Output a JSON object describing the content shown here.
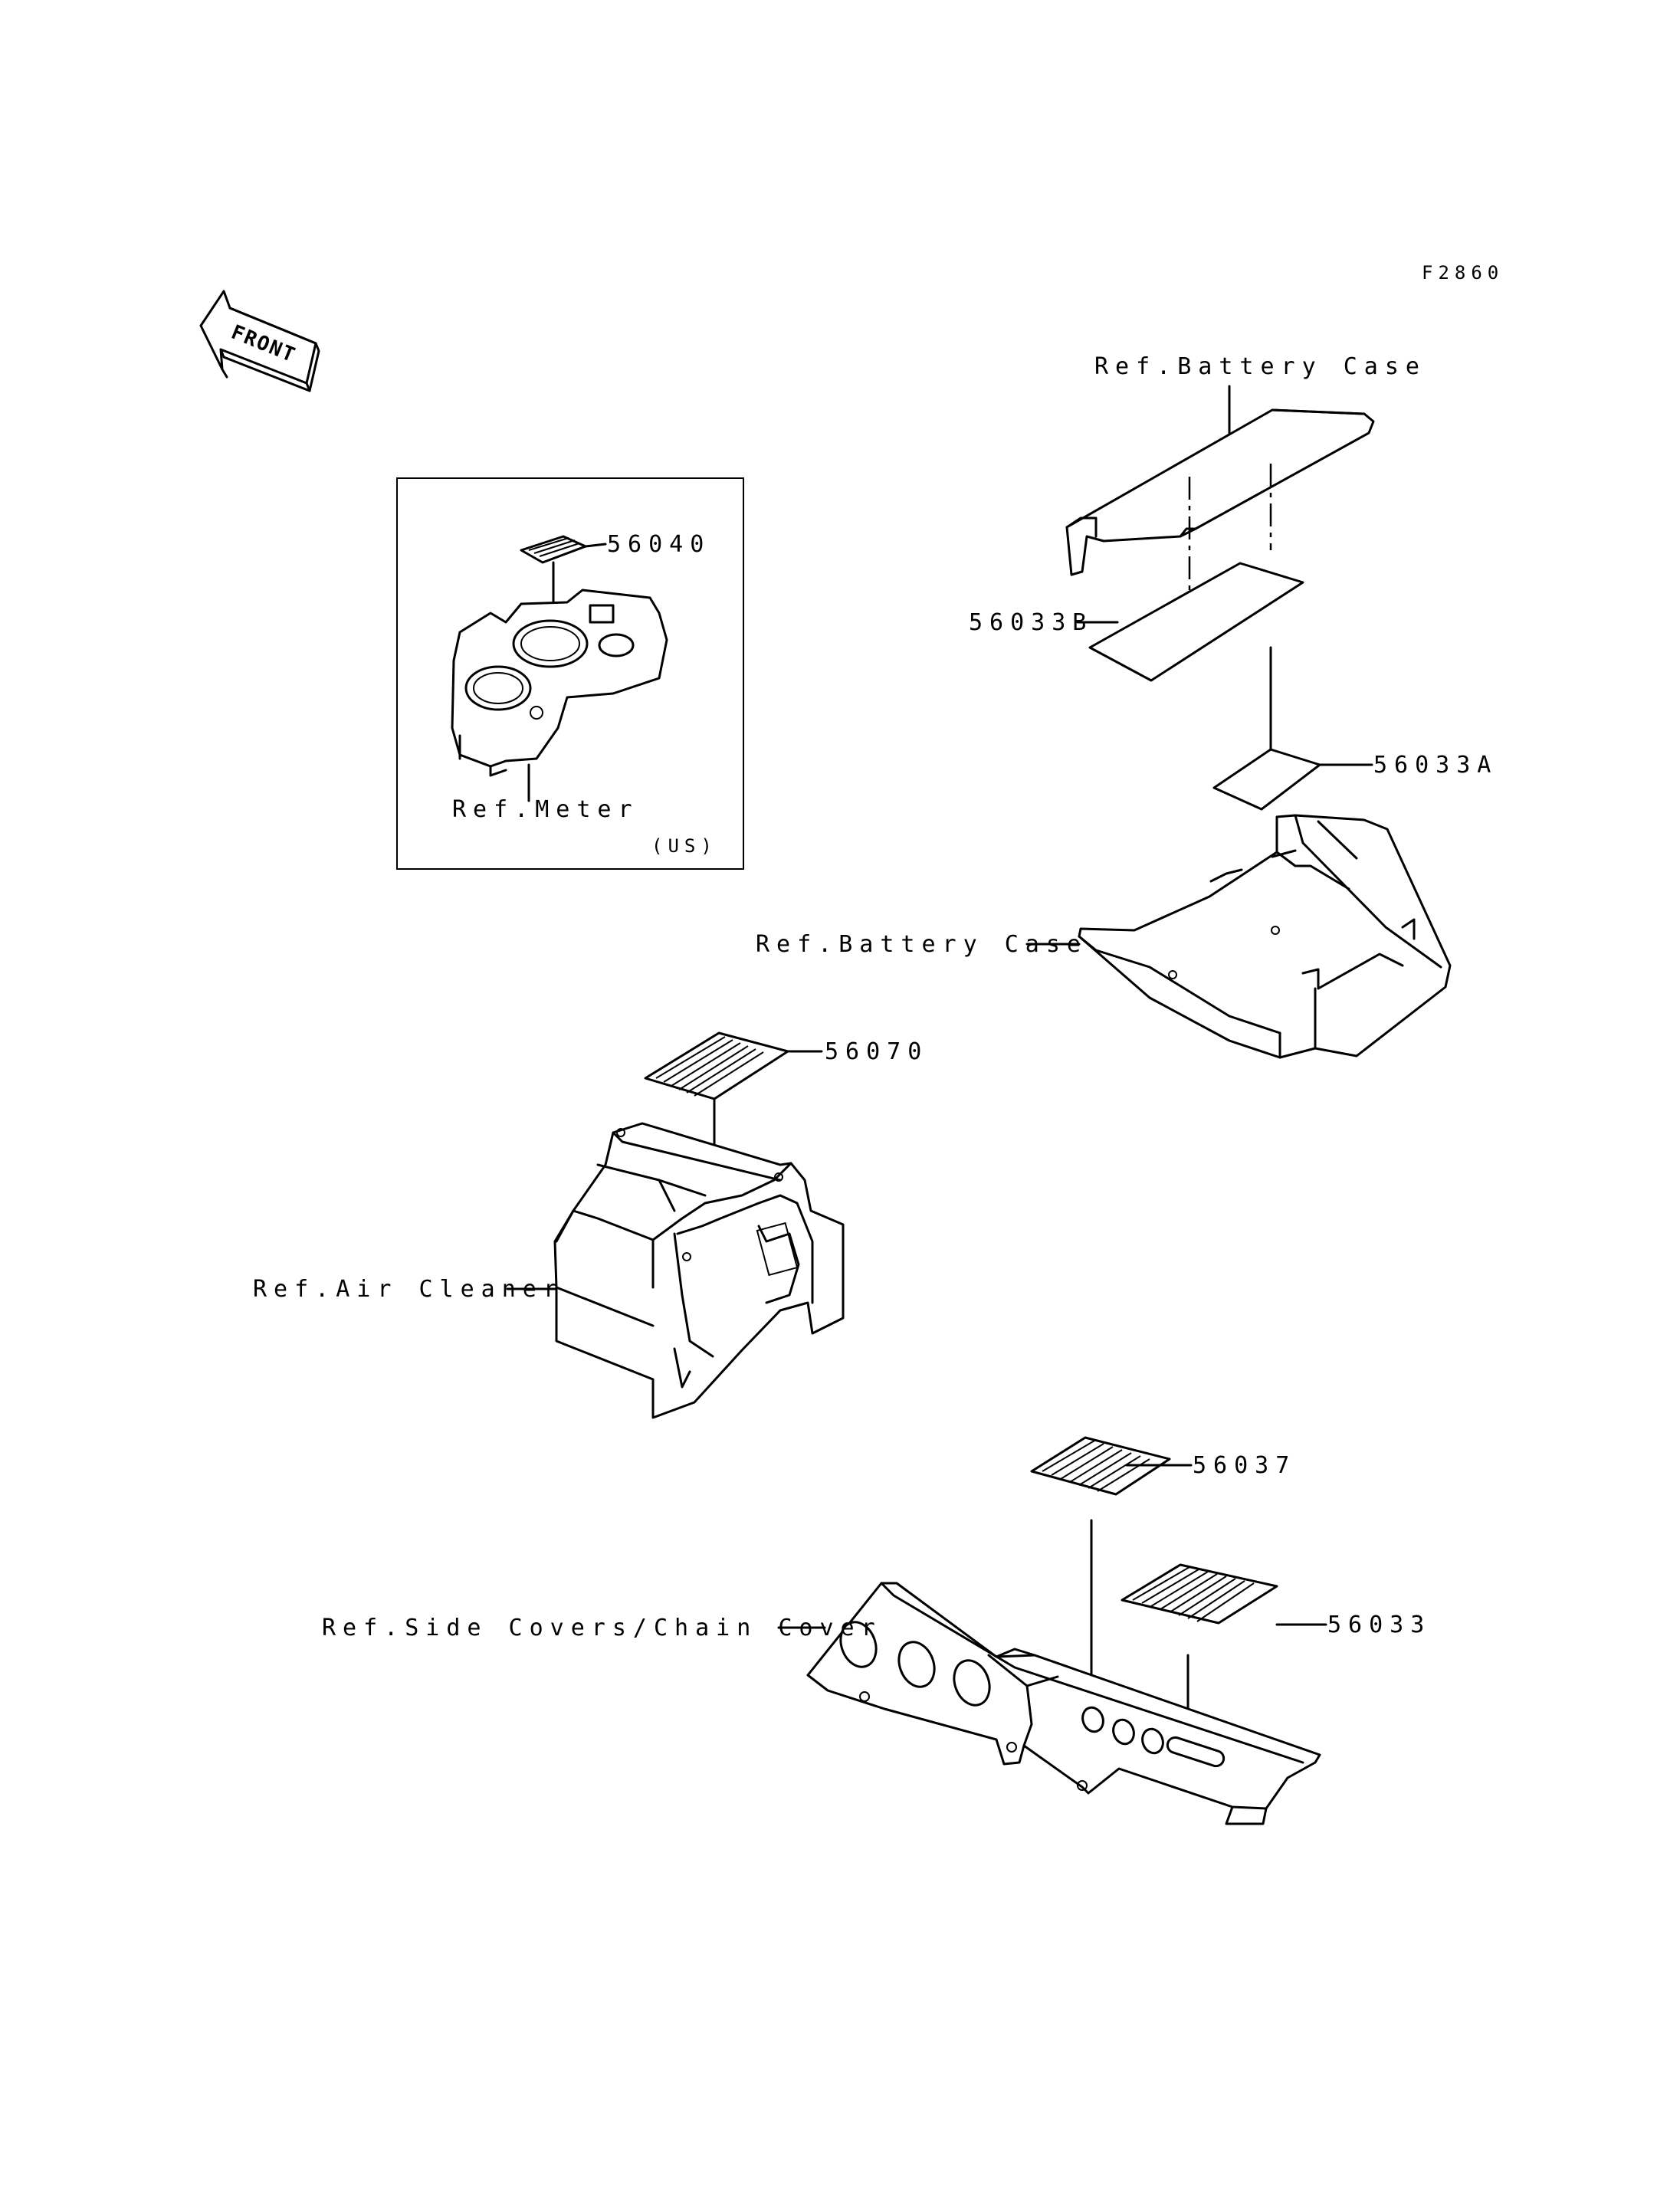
{
  "figure_code": "F2860",
  "front_label": "FRONT",
  "meter_box": {
    "part_number": "56040",
    "ref_label": "Ref.Meter",
    "region": "(US)"
  },
  "battery_case_top": {
    "ref_label": "Ref.Battery Case"
  },
  "label_56033b": "56033B",
  "label_56033a": "56033A",
  "battery_case_bottom": {
    "ref_label": "Ref.Battery Case"
  },
  "air_cleaner": {
    "part_number": "56070",
    "ref_label": "Ref.Air Cleaner"
  },
  "chain_cover": {
    "part_number_upper": "56037",
    "part_number_lower": "56033",
    "ref_label": "Ref.Side Covers/Chain Cover"
  }
}
